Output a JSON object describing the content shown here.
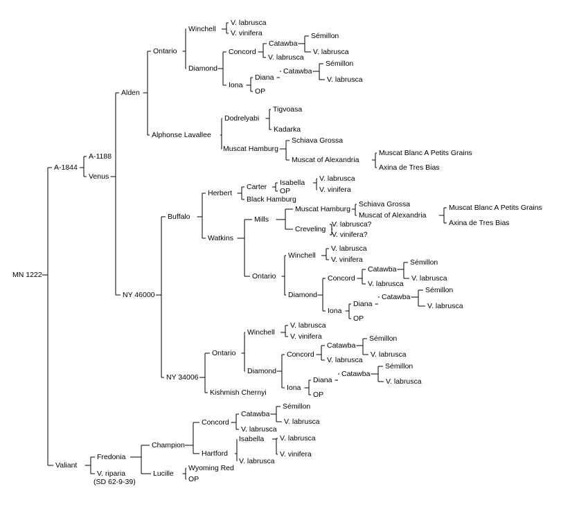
{
  "tree": {
    "label": "MN 1222",
    "children": [
      {
        "label": "A-1844",
        "children": [
          {
            "label": "A-1188"
          },
          {
            "label": "Venus",
            "children": [
              {
                "label": "Alden",
                "children": [
                  {
                    "label": "Ontario",
                    "children": [
                      {
                        "label": "Winchell",
                        "children": [
                          {
                            "label": "V. labrusca"
                          },
                          {
                            "label": "V. vinifera"
                          }
                        ]
                      },
                      {
                        "label": "Diamond",
                        "children": [
                          {
                            "label": "Concord",
                            "children": [
                              {
                                "label": "Catawba",
                                "children": [
                                  {
                                    "label": "Sémillon"
                                  },
                                  {
                                    "label": "V. labrusca"
                                  }
                                ]
                              },
                              {
                                "label": "V. labrusca"
                              }
                            ]
                          },
                          {
                            "label": "Iona",
                            "children": [
                              {
                                "label": "Diana",
                                "children": [
                                  {
                                    "label": "Catawba",
                                    "children": [
                                      {
                                        "label": "Sémillon"
                                      },
                                      {
                                        "label": "V. labrusca"
                                      }
                                    ]
                                  }
                                ]
                              },
                              {
                                "label": "OP"
                              }
                            ]
                          }
                        ]
                      }
                    ]
                  },
                  {
                    "label": "Alphonse Lavallee",
                    "children": [
                      {
                        "label": "Dodrelyabi",
                        "children": [
                          {
                            "label": "Tigvoasa"
                          },
                          {
                            "label": "Kadarka"
                          }
                        ]
                      },
                      {
                        "label": "Muscat Hamburg",
                        "children": [
                          {
                            "label": "Schiava Grossa"
                          },
                          {
                            "label": "Muscat of Alexandria",
                            "children": [
                              {
                                "label": "Muscat Blanc A Petits Grains"
                              },
                              {
                                "label": "Axina de Tres Bias"
                              }
                            ]
                          }
                        ]
                      }
                    ]
                  }
                ]
              },
              {
                "label": "NY 46000",
                "children": [
                  {
                    "label": "Buffalo",
                    "children": [
                      {
                        "label": "Herbert",
                        "children": [
                          {
                            "label": "Carter",
                            "children": [
                              {
                                "label": "Isabella",
                                "children": [
                                  {
                                    "label": "V. labrusca"
                                  },
                                  {
                                    "label": "V. vinifera"
                                  }
                                ]
                              },
                              {
                                "label": "OP"
                              }
                            ]
                          },
                          {
                            "label": "Black Hamburg"
                          }
                        ]
                      },
                      {
                        "label": "Watkins",
                        "children": [
                          {
                            "label": "Mills",
                            "children": [
                              {
                                "label": "Muscat Hamburg",
                                "children": [
                                  {
                                    "label": "Schiava Grossa"
                                  },
                                  {
                                    "label": "Muscat of Alexandria",
                                    "children": [
                                      {
                                        "label": "Muscat Blanc A Petits Grains"
                                      },
                                      {
                                        "label": "Axina de Tres Bias"
                                      }
                                    ]
                                  }
                                ]
                              },
                              {
                                "label": "Creveling",
                                "children": [
                                  {
                                    "label": "V. labrusca?"
                                  },
                                  {
                                    "label": "V. vinifera?"
                                  }
                                ]
                              }
                            ]
                          },
                          {
                            "label": "Ontario",
                            "children": [
                              {
                                "label": "Winchell",
                                "children": [
                                  {
                                    "label": "V. labrusca"
                                  },
                                  {
                                    "label": "V. vinifera"
                                  }
                                ]
                              },
                              {
                                "label": "Diamond",
                                "children": [
                                  {
                                    "label": "Concord",
                                    "children": [
                                      {
                                        "label": "Catawba",
                                        "children": [
                                          {
                                            "label": "Sémillon"
                                          },
                                          {
                                            "label": "V. labrusca"
                                          }
                                        ]
                                      },
                                      {
                                        "label": "V. labrusca"
                                      }
                                    ]
                                  },
                                  {
                                    "label": "Iona",
                                    "children": [
                                      {
                                        "label": "Diana",
                                        "children": [
                                          {
                                            "label": "Catawba",
                                            "children": [
                                              {
                                                "label": "Sémillon"
                                              },
                                              {
                                                "label": "V. labrusca"
                                              }
                                            ]
                                          }
                                        ]
                                      },
                                      {
                                        "label": "OP"
                                      }
                                    ]
                                  }
                                ]
                              }
                            ]
                          }
                        ]
                      }
                    ]
                  },
                  {
                    "label": "NY 34006",
                    "children": [
                      {
                        "label": "Ontario",
                        "children": [
                          {
                            "label": "Winchell",
                            "children": [
                              {
                                "label": "V. labrusca"
                              },
                              {
                                "label": "V. vinifera"
                              }
                            ]
                          },
                          {
                            "label": "Diamond",
                            "children": [
                              {
                                "label": "Concord",
                                "children": [
                                  {
                                    "label": "Catawba",
                                    "children": [
                                      {
                                        "label": "Sémillon"
                                      },
                                      {
                                        "label": "V. labrusca"
                                      }
                                    ]
                                  },
                                  {
                                    "label": "V. labrusca"
                                  }
                                ]
                              },
                              {
                                "label": "Iona",
                                "children": [
                                  {
                                    "label": "Diana",
                                    "children": [
                                      {
                                        "label": "Catawba",
                                        "children": [
                                          {
                                            "label": "Sémillon"
                                          },
                                          {
                                            "label": "V. labrusca"
                                          }
                                        ]
                                      }
                                    ]
                                  },
                                  {
                                    "label": "OP"
                                  }
                                ]
                              }
                            ]
                          }
                        ]
                      },
                      {
                        "label": "Kishmish Chernyi"
                      }
                    ]
                  }
                ]
              }
            ]
          }
        ]
      },
      {
        "label": "Valiant",
        "children": [
          {
            "label": "Fredonia",
            "children": [
              {
                "label": "Champion",
                "children": [
                  {
                    "label": "Concord",
                    "children": [
                      {
                        "label": "Catawba",
                        "children": [
                          {
                            "label": "Sémillon"
                          },
                          {
                            "label": "V. labrusca"
                          }
                        ]
                      },
                      {
                        "label": "V. labrusca"
                      }
                    ]
                  },
                  {
                    "label": "Hartford",
                    "children": [
                      {
                        "label": "Isabella",
                        "children": [
                          {
                            "label": "V. labrusca"
                          },
                          {
                            "label": "V. vinifera"
                          }
                        ]
                      },
                      {
                        "label": "V. labrusca"
                      }
                    ]
                  }
                ]
              },
              {
                "label": "Lucille",
                "children": [
                  {
                    "label": "Wyoming Red"
                  },
                  {
                    "label": "OP"
                  }
                ]
              }
            ]
          },
          {
            "label": "V. riparia",
            "sublabel": "(SD 62-9-39)"
          }
        ]
      }
    ]
  }
}
